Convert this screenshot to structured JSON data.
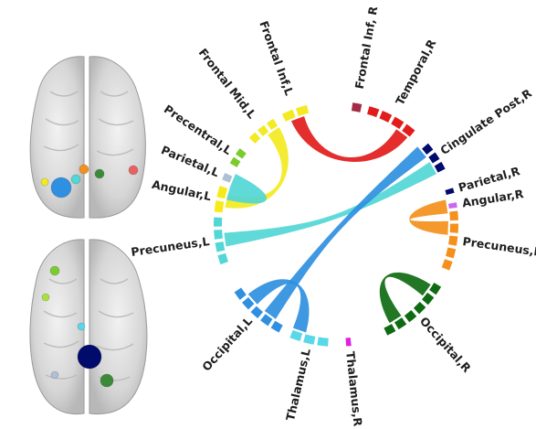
{
  "regions": [
    {
      "id": "frontal-mid-l",
      "label": "Frontal Mid,L",
      "color": "#f3ea22"
    },
    {
      "id": "frontal-inf-l",
      "label": "Frontal Inf,L",
      "color": "#f3ea22"
    },
    {
      "id": "precentral-l",
      "label": "Precentral,L",
      "color": "#7acb2e"
    },
    {
      "id": "parietal-l",
      "label": "Parietal,L",
      "color": "#aebfd6"
    },
    {
      "id": "angular-l",
      "label": "Angular,L",
      "color": "#f7ea1b"
    },
    {
      "id": "precuneus-l",
      "label": "Precuneus,L",
      "color": "#52d6d6"
    },
    {
      "id": "occipital-l",
      "label": "Occipital,L",
      "color": "#2f8fe0"
    },
    {
      "id": "thalamus-l",
      "label": "Thalamus,L",
      "color": "#58d8e8"
    },
    {
      "id": "thalamus-r",
      "label": "Thalamus,R",
      "color": "#e020e0"
    },
    {
      "id": "occipital-r",
      "label": "Occipital,R",
      "color": "#0f6b12"
    },
    {
      "id": "precuneus-r",
      "label": "Precuneus,R",
      "color": "#f4901b"
    },
    {
      "id": "angular-r",
      "label": "Angular,R",
      "color": "#cc66ee"
    },
    {
      "id": "parietal-r",
      "label": "Parietal,R",
      "color": "#000b6b"
    },
    {
      "id": "cingulate-post-r",
      "label": "Cingulate Post,R",
      "color": "#000b6b"
    },
    {
      "id": "temporal-r",
      "label": "Temporal,R",
      "color": "#e21b1b"
    },
    {
      "id": "frontal-inf-r",
      "label": "Frontal Inf, R",
      "color": "#a42a46"
    }
  ],
  "connections": [
    {
      "from": "frontal-inf-l",
      "to": "temporal-r",
      "color": "#e21b1b"
    },
    {
      "from": "frontal-mid-l",
      "to": "angular-l",
      "color": "#f3ea22"
    },
    {
      "from": "parietal-l",
      "to": "angular-l",
      "color": "#52d6d6"
    },
    {
      "from": "precuneus-l",
      "to": "cingulate-post-r",
      "color": "#52d6d6"
    },
    {
      "from": "occipital-l",
      "to": "cingulate-post-r",
      "color": "#2f8fe0"
    },
    {
      "from": "occipital-l",
      "to": "thalamus-l",
      "color": "#2f8fe0"
    },
    {
      "from": "angular-r",
      "to": "precuneus-r",
      "color": "#f4901b"
    },
    {
      "from": "occipital-r",
      "to": "occipital-r",
      "color": "#0f6b12"
    }
  ],
  "brain_views": [
    {
      "id": "top-view",
      "nodes": [
        {
          "region": "angular-l",
          "color": "#f3ea22"
        },
        {
          "region": "occipital-l",
          "color": "#2f8fe0"
        },
        {
          "region": "precuneus-l",
          "color": "#52d6d6"
        },
        {
          "region": "precuneus-r",
          "color": "#f4901b"
        },
        {
          "region": "occipital-r",
          "color": "#3a8a3a"
        },
        {
          "region": "temporal-r",
          "color": "#e86060"
        }
      ]
    },
    {
      "id": "bottom-view",
      "nodes": [
        {
          "region": "precentral-l",
          "color": "#7acb2e"
        },
        {
          "region": "frontal-mid-l",
          "color": "#a8e040"
        },
        {
          "region": "thalamus-l",
          "color": "#58d8e8"
        },
        {
          "region": "cingulate-post-r",
          "color": "#000b6b"
        },
        {
          "region": "parietal-l",
          "color": "#aebfd6"
        },
        {
          "region": "occipital-r",
          "color": "#3a8a3a"
        }
      ]
    }
  ]
}
